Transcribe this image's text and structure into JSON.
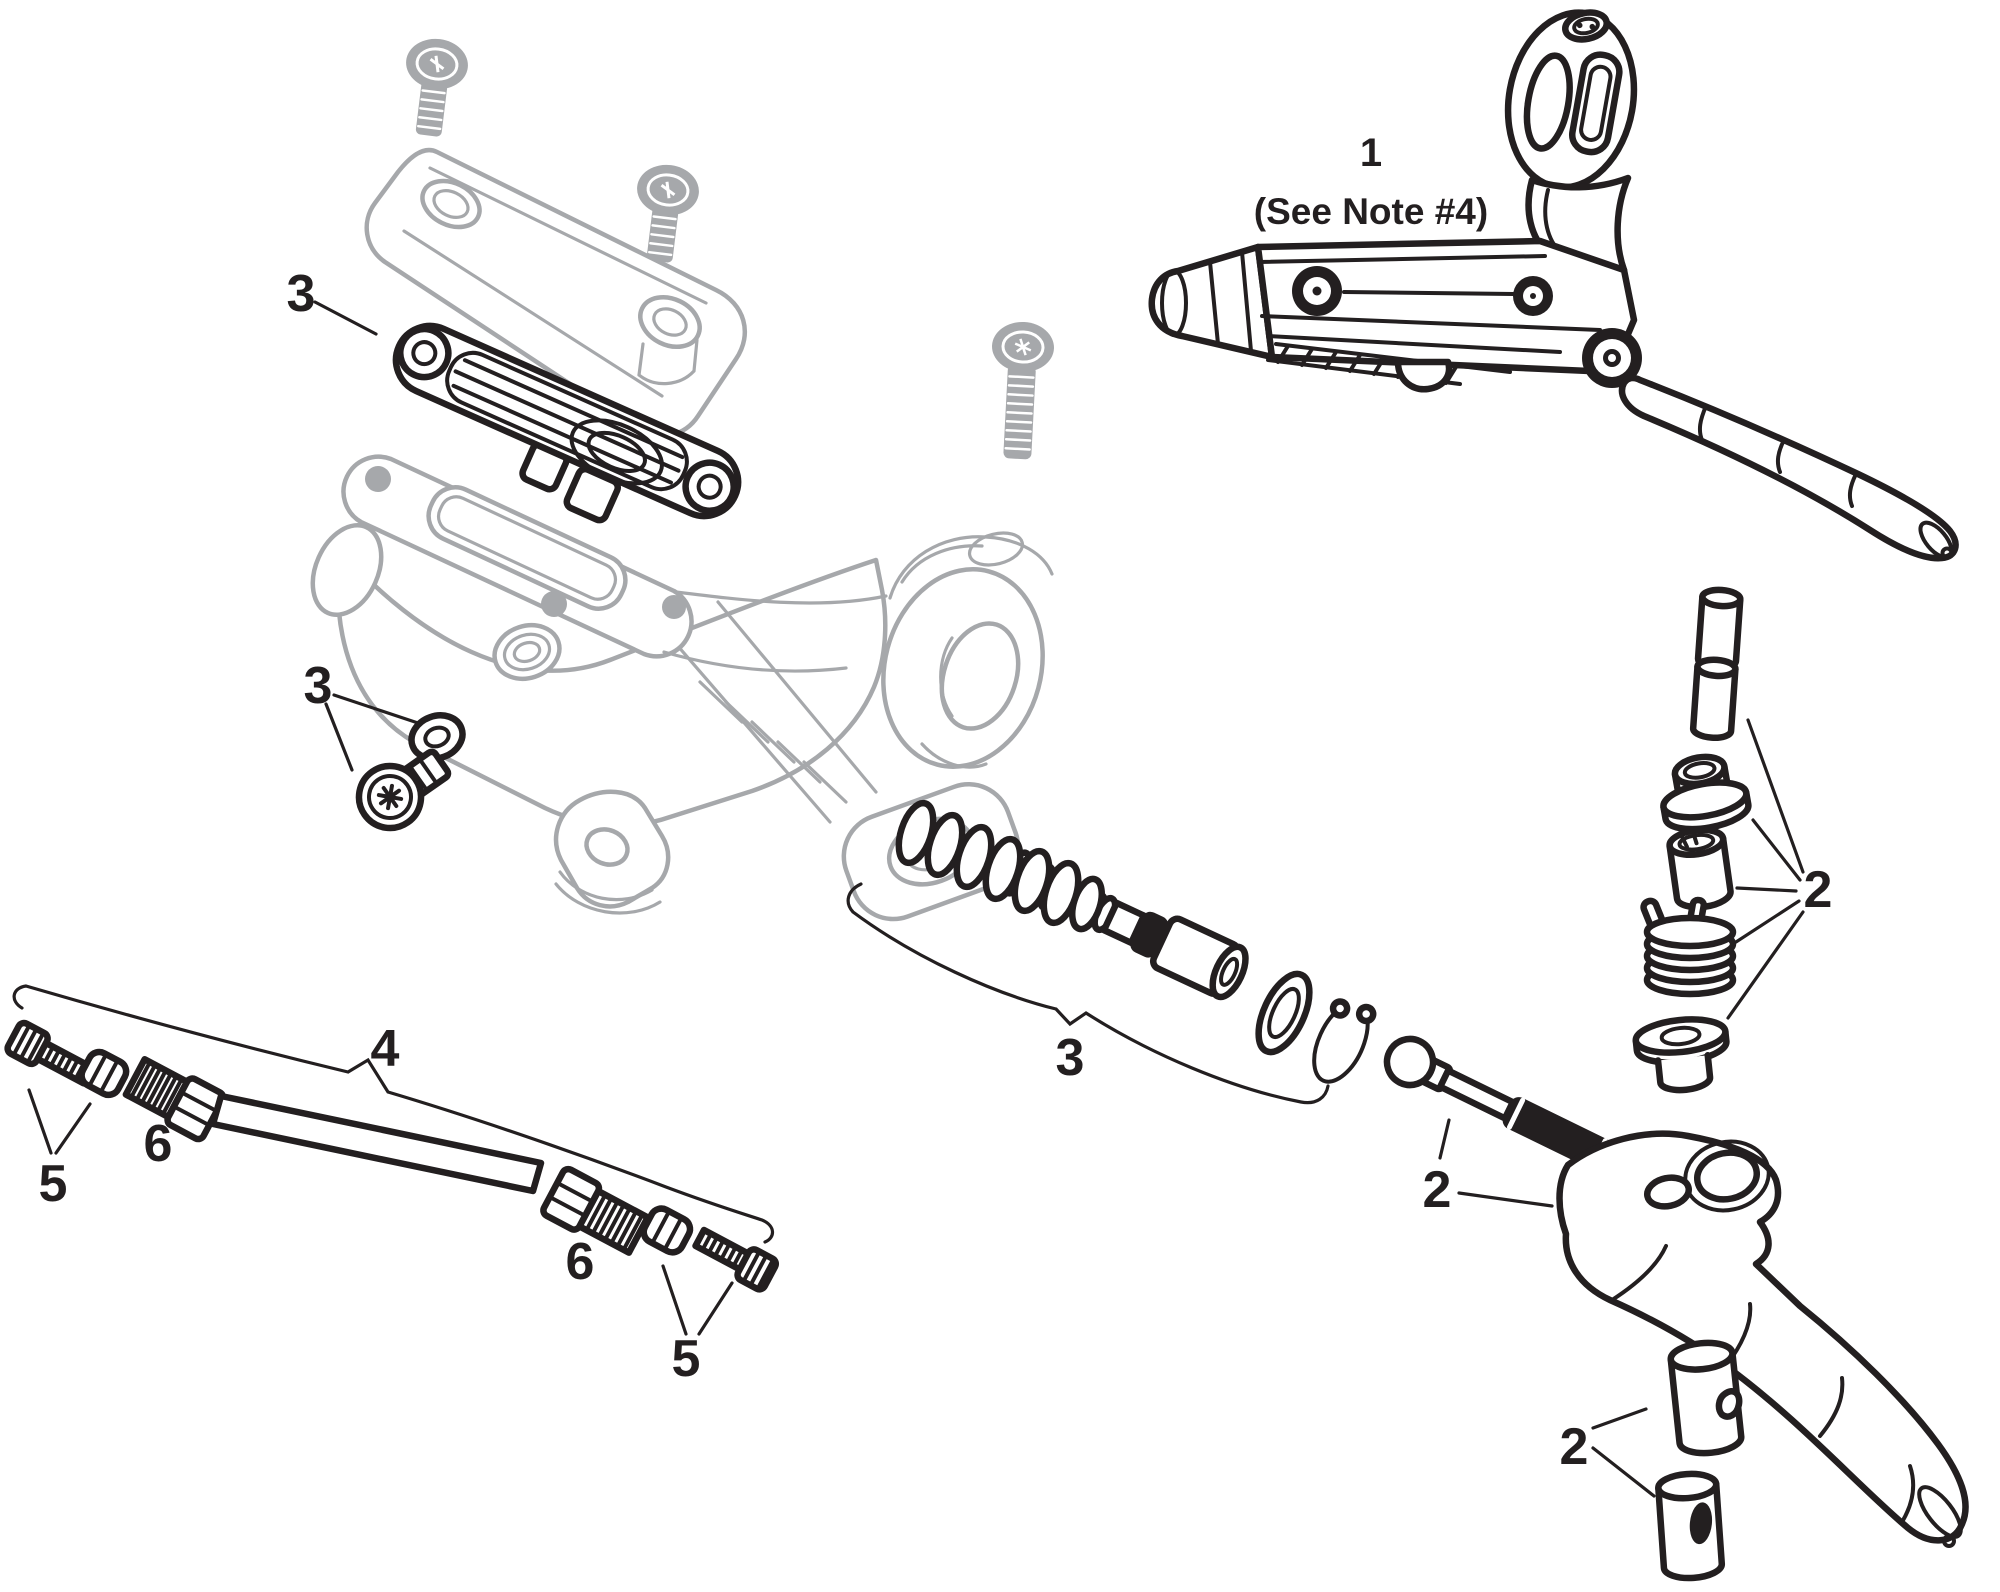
{
  "colors": {
    "ink": "#231f20",
    "muted": "#a6a8ab",
    "background": "#ffffff"
  },
  "callouts": {
    "assembled_lever": {
      "number": "1",
      "note": "(See Note #4)"
    },
    "lever_pivot_kit": {
      "number": "2"
    },
    "push_rod": {
      "number": "2"
    },
    "lever_rollers": {
      "number": "2"
    },
    "reservoir_diaphragm": {
      "number": "3"
    },
    "bleed_screw": {
      "number": "3"
    },
    "piston_assembly": {
      "number": "3"
    },
    "hydraulic_hose": {
      "number": "4"
    },
    "hose_fitting_left": {
      "number": "5"
    },
    "hose_fitting_right": {
      "number": "5"
    },
    "compression_nut_left": {
      "number": "6"
    },
    "compression_nut_right": {
      "number": "6"
    }
  }
}
